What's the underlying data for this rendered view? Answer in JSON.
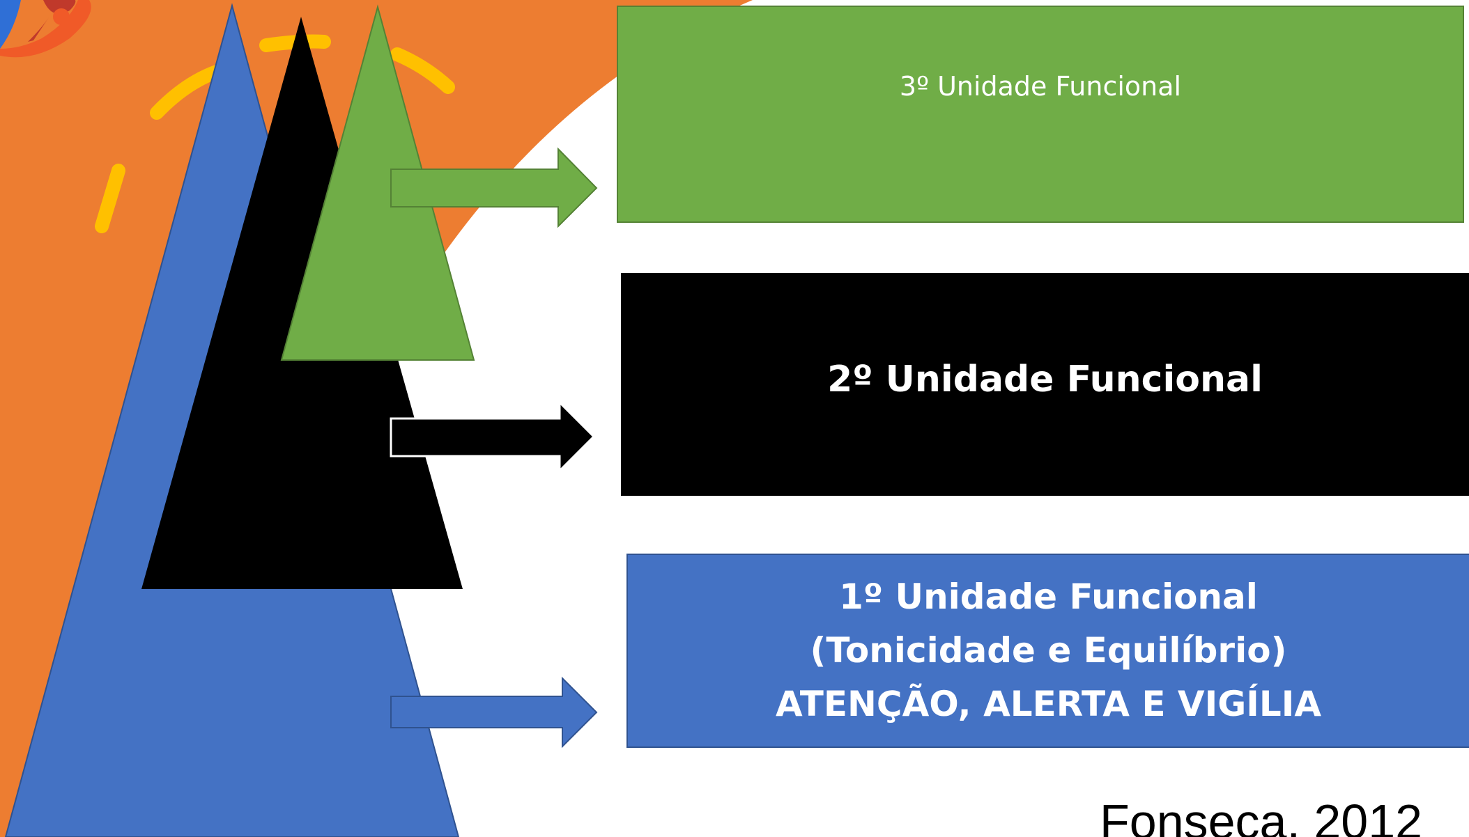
{
  "diagram": {
    "units": [
      {
        "label": "3º Unidade Funcional",
        "color": "#70ad47"
      },
      {
        "label": "2º Unidade Funcional",
        "color": "#000000"
      },
      {
        "lines": [
          "1º Unidade Funcional",
          "(Tonicidade e Equilíbrio)",
          "ATENÇÃO, ALERTA E VIGÍLIA"
        ],
        "color": "#4472c4"
      }
    ],
    "citation": "Fonseca, 2012"
  },
  "colors": {
    "background_orange": "#ed7d31",
    "dash_yellow": "#ffc000",
    "logo_blue": "#2f6fd6",
    "logo_red": "#f05a28"
  }
}
